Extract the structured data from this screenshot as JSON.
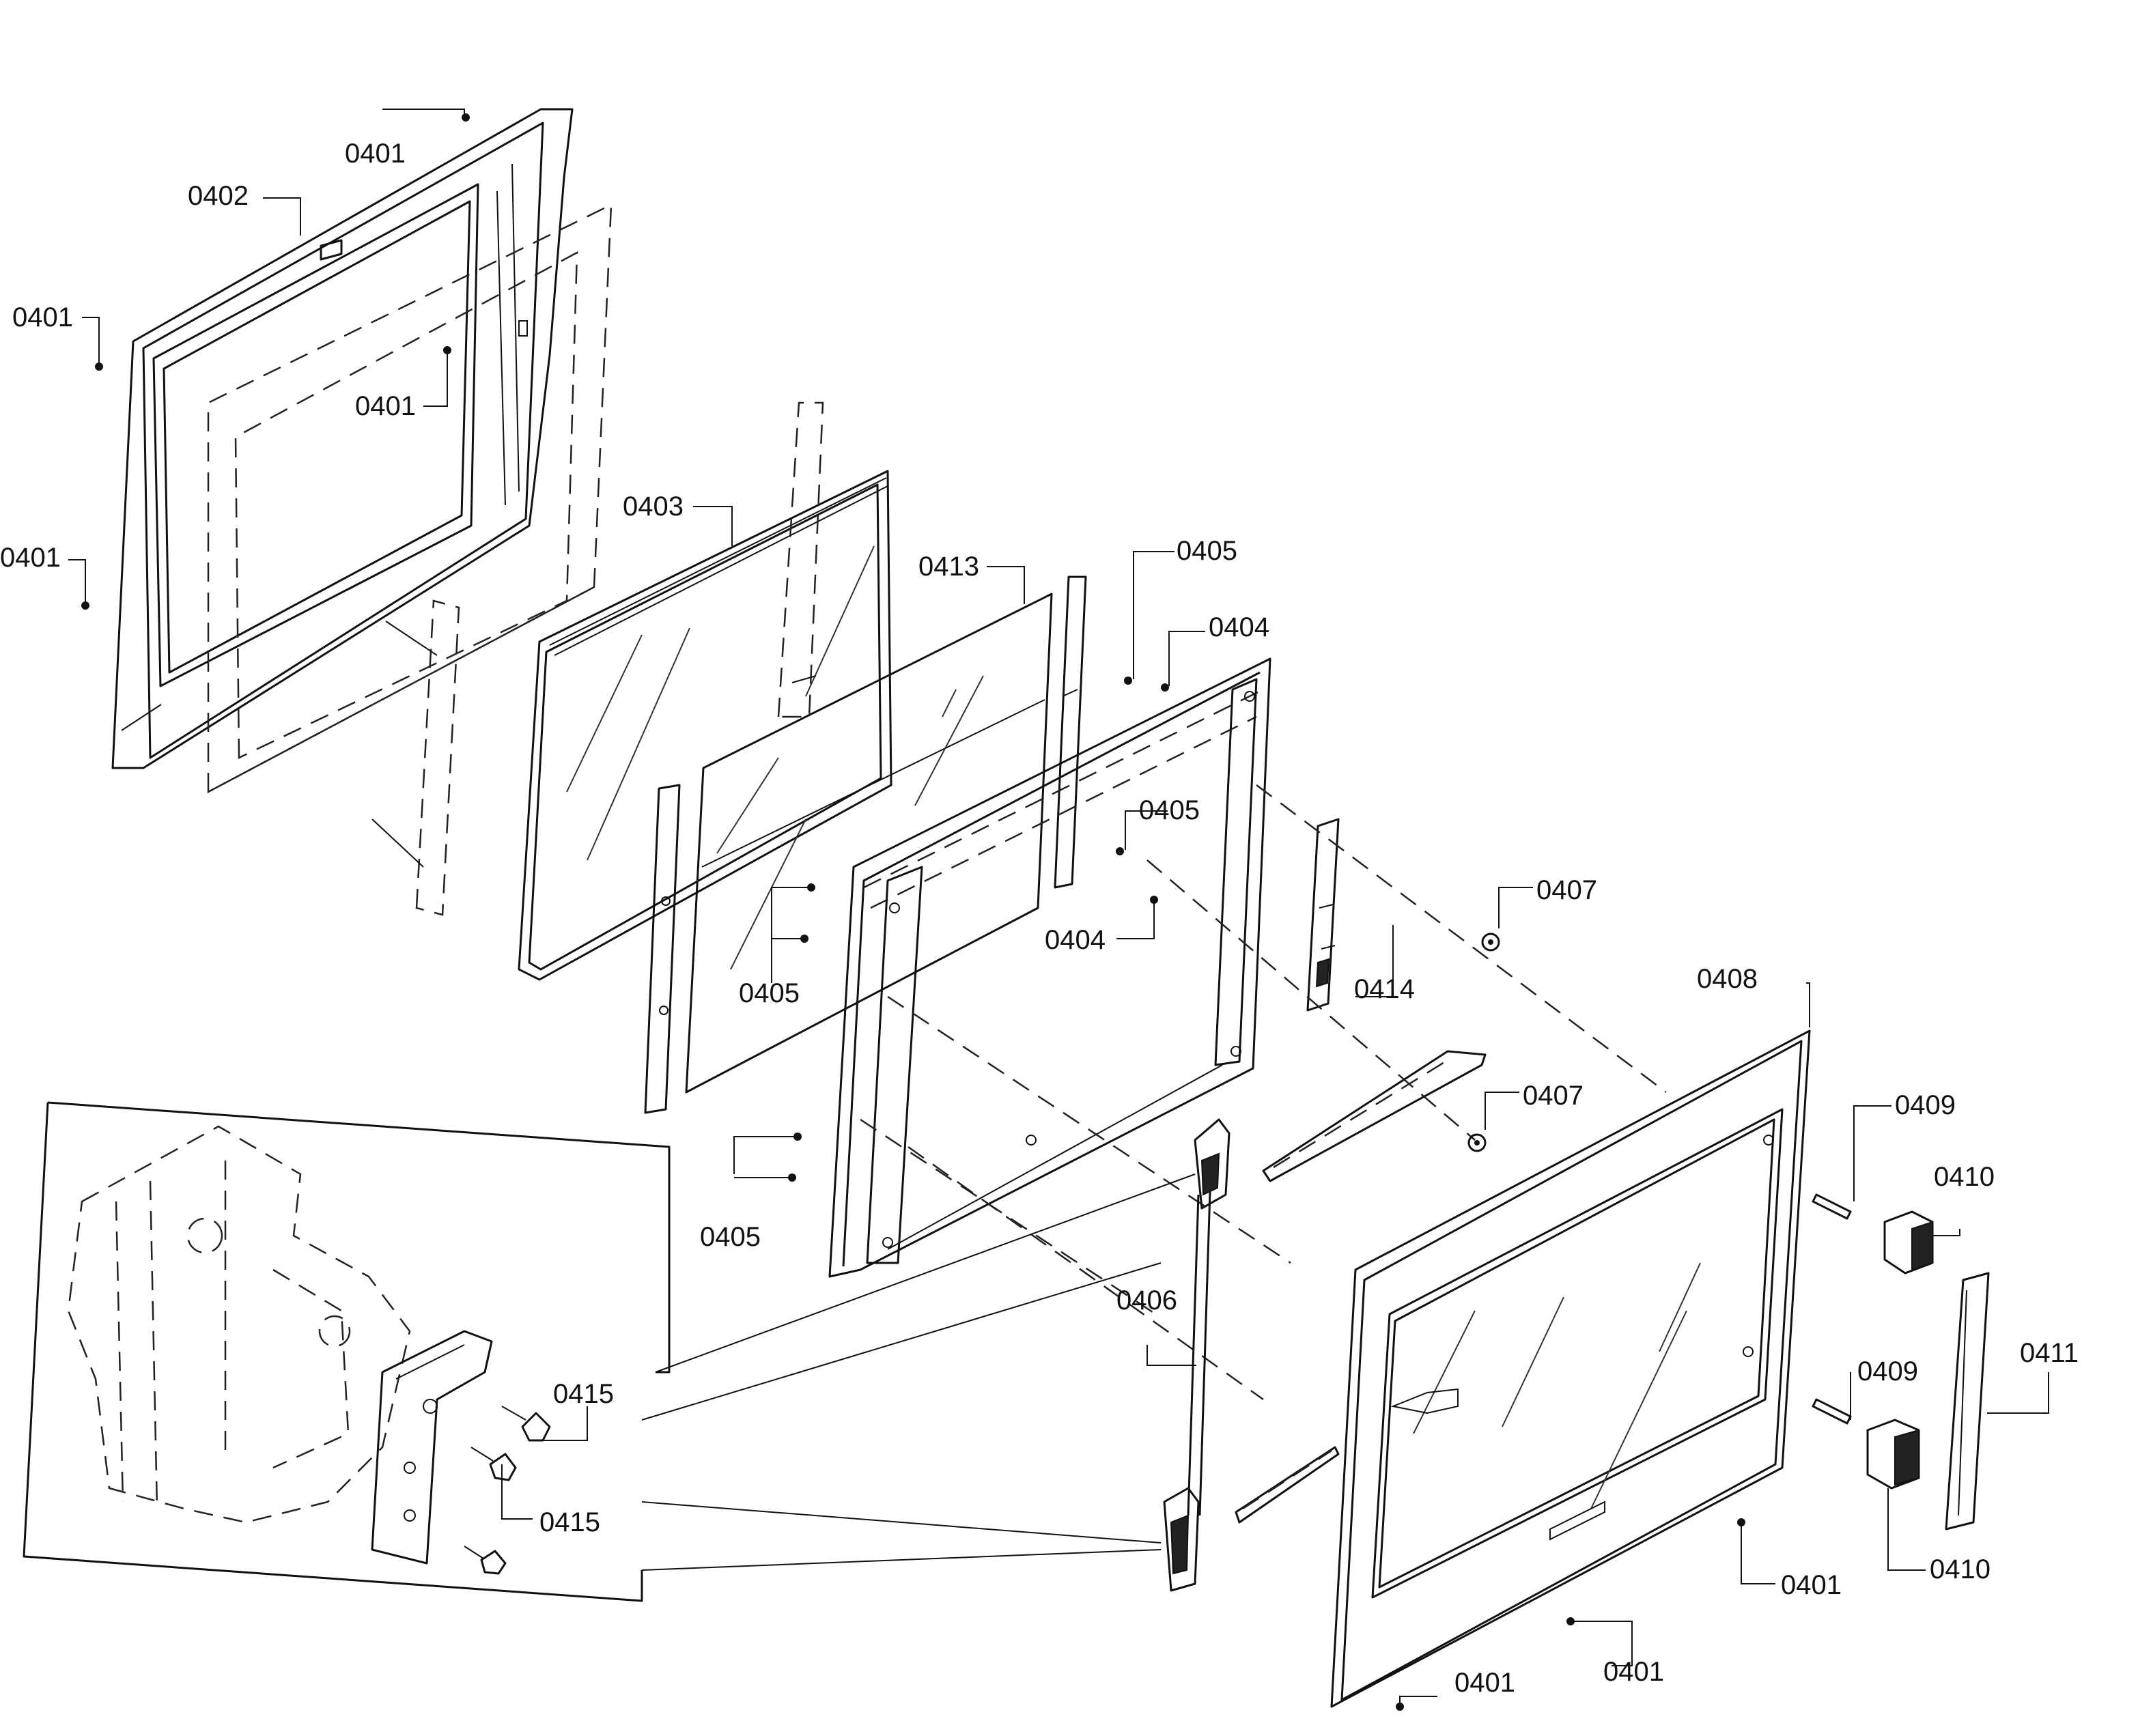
{
  "labels": {
    "c01": "0401",
    "c02": "0402",
    "c03": "0401",
    "c04": "0401",
    "c05": "0401",
    "c06": "0403",
    "c07": "0413",
    "c08": "0405",
    "c09": "0404",
    "c10": "0405",
    "c11": "0405",
    "c12": "0404",
    "c13": "0414",
    "c14": "0407",
    "c15": "0407",
    "c16": "0408",
    "c17": "0409",
    "c18": "0410",
    "c19": "0411",
    "c20": "0409",
    "c21": "0410",
    "c22": "0401",
    "c23": "0401",
    "c24": "0401",
    "c25": "0405",
    "c26": "0406",
    "c27": "0415",
    "c28": "0415"
  }
}
